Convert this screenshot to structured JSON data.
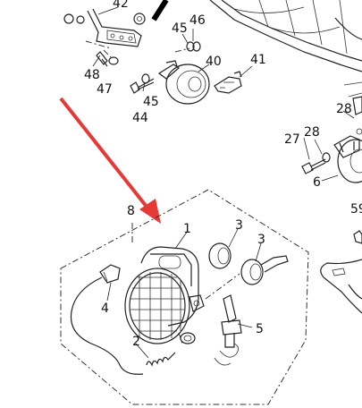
{
  "labels": {
    "l42": "42",
    "l45a": "45",
    "l46": "46",
    "l40": "40",
    "l41": "41",
    "l48": "48",
    "l47": "47",
    "l45b": "45",
    "l44": "44",
    "l28a": "28",
    "l27": "27",
    "l28b": "28",
    "l6": "6",
    "l59": "59",
    "l8": "8",
    "l1": "1",
    "l3a": "3",
    "l3b": "3",
    "l4": "4",
    "l5": "5",
    "l2": "2"
  },
  "colors": {
    "line": "#222222",
    "arrow": "#e53935"
  }
}
